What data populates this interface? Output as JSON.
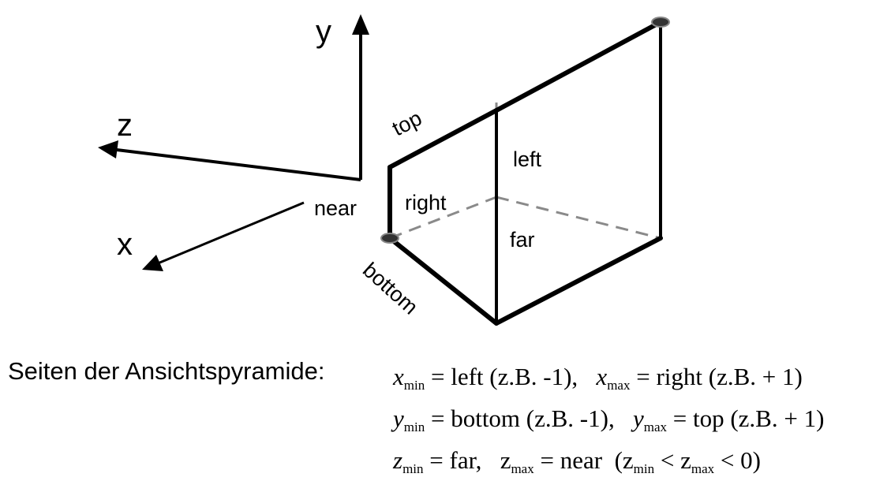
{
  "diagram": {
    "axes": {
      "y": "y",
      "z": "z",
      "x": "x"
    },
    "faces": {
      "top": "top",
      "left": "left",
      "right": "right",
      "near": "near",
      "far": "far",
      "bottom": "bottom"
    }
  },
  "caption": "Seiten der Ansichtspyramide:",
  "equations": {
    "eq1": {
      "a_var": "x",
      "a_sub": "min",
      "a_rhs": "= left (z.B.  -1),",
      "b_var": "x",
      "b_sub": "max",
      "b_rhs": "= right (z.B. + 1)"
    },
    "eq2": {
      "a_var": "y",
      "a_sub": "min",
      "a_rhs": "= bottom (z.B.  -1),",
      "b_var": "y",
      "b_sub": "max",
      "b_rhs": "= top (z.B. + 1)"
    },
    "eq3": {
      "a_var": "z",
      "a_sub": "min",
      "a_rhs": "= far,",
      "b_var": "z",
      "b_sub": "max",
      "b_rhs": "= near",
      "c_open": "(z",
      "c_sub1": "min",
      "c_mid": "< z",
      "c_sub2": "max",
      "c_close": "< 0)"
    }
  }
}
